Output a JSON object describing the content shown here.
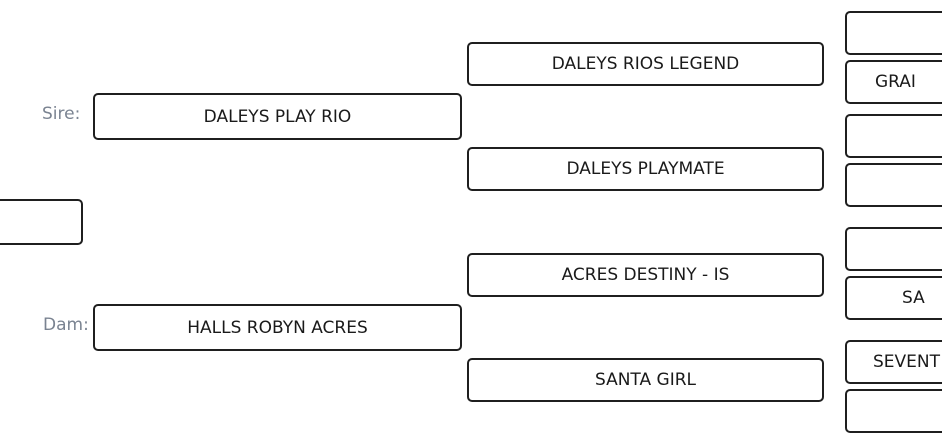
{
  "labels": {
    "sire": "Sire:",
    "dam": "Dam:"
  },
  "subject": {
    "name": ""
  },
  "parents": {
    "sire": "DALEYS PLAY RIO",
    "dam": "HALLS ROBYN ACRES"
  },
  "grandparents": [
    "DALEYS RIOS LEGEND",
    "DALEYS PLAYMATE",
    "ACRES DESTINY - IS",
    "SANTA GIRL"
  ],
  "great_grandparents": [
    "",
    "GRAI",
    "",
    "",
    "",
    "SA",
    "SEVENT",
    ""
  ]
}
